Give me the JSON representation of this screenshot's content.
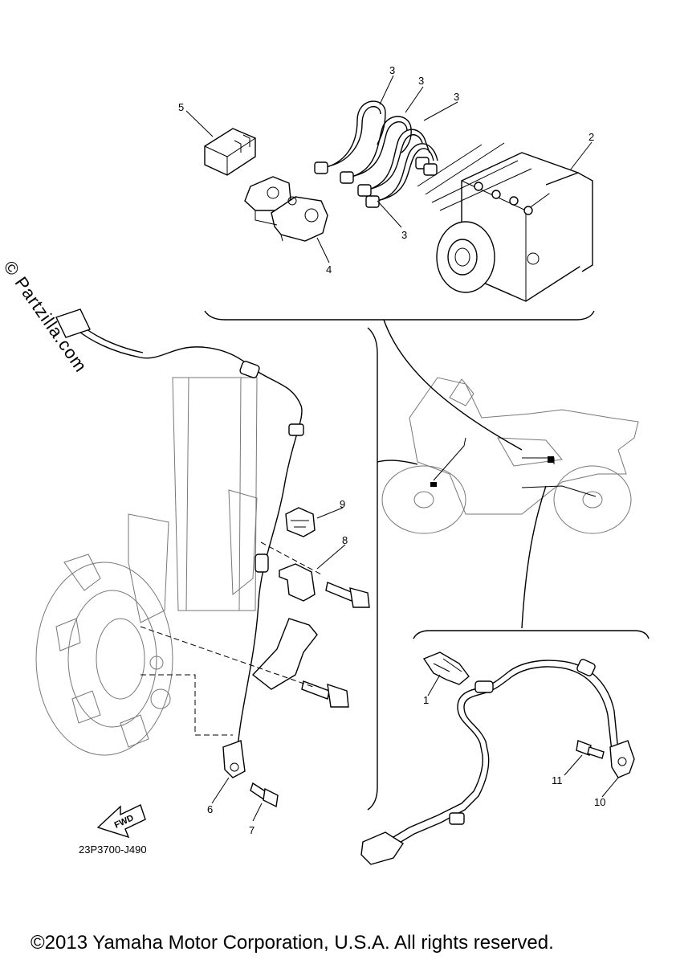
{
  "callouts": {
    "c1": "1",
    "c2": "2",
    "c3a": "3",
    "c3b": "3",
    "c3c": "3",
    "c3d": "3",
    "c4": "4",
    "c5": "5",
    "c6": "6",
    "c7": "7",
    "c8": "8",
    "c9": "9",
    "c10": "10",
    "c11": "11"
  },
  "fwd_label": "FWD",
  "diagram_code": "23P3700-J490",
  "watermark": "© Partzilla.com",
  "copyright": "©2013 Yamaha Motor Corporation, U.S.A. All rights reserved."
}
